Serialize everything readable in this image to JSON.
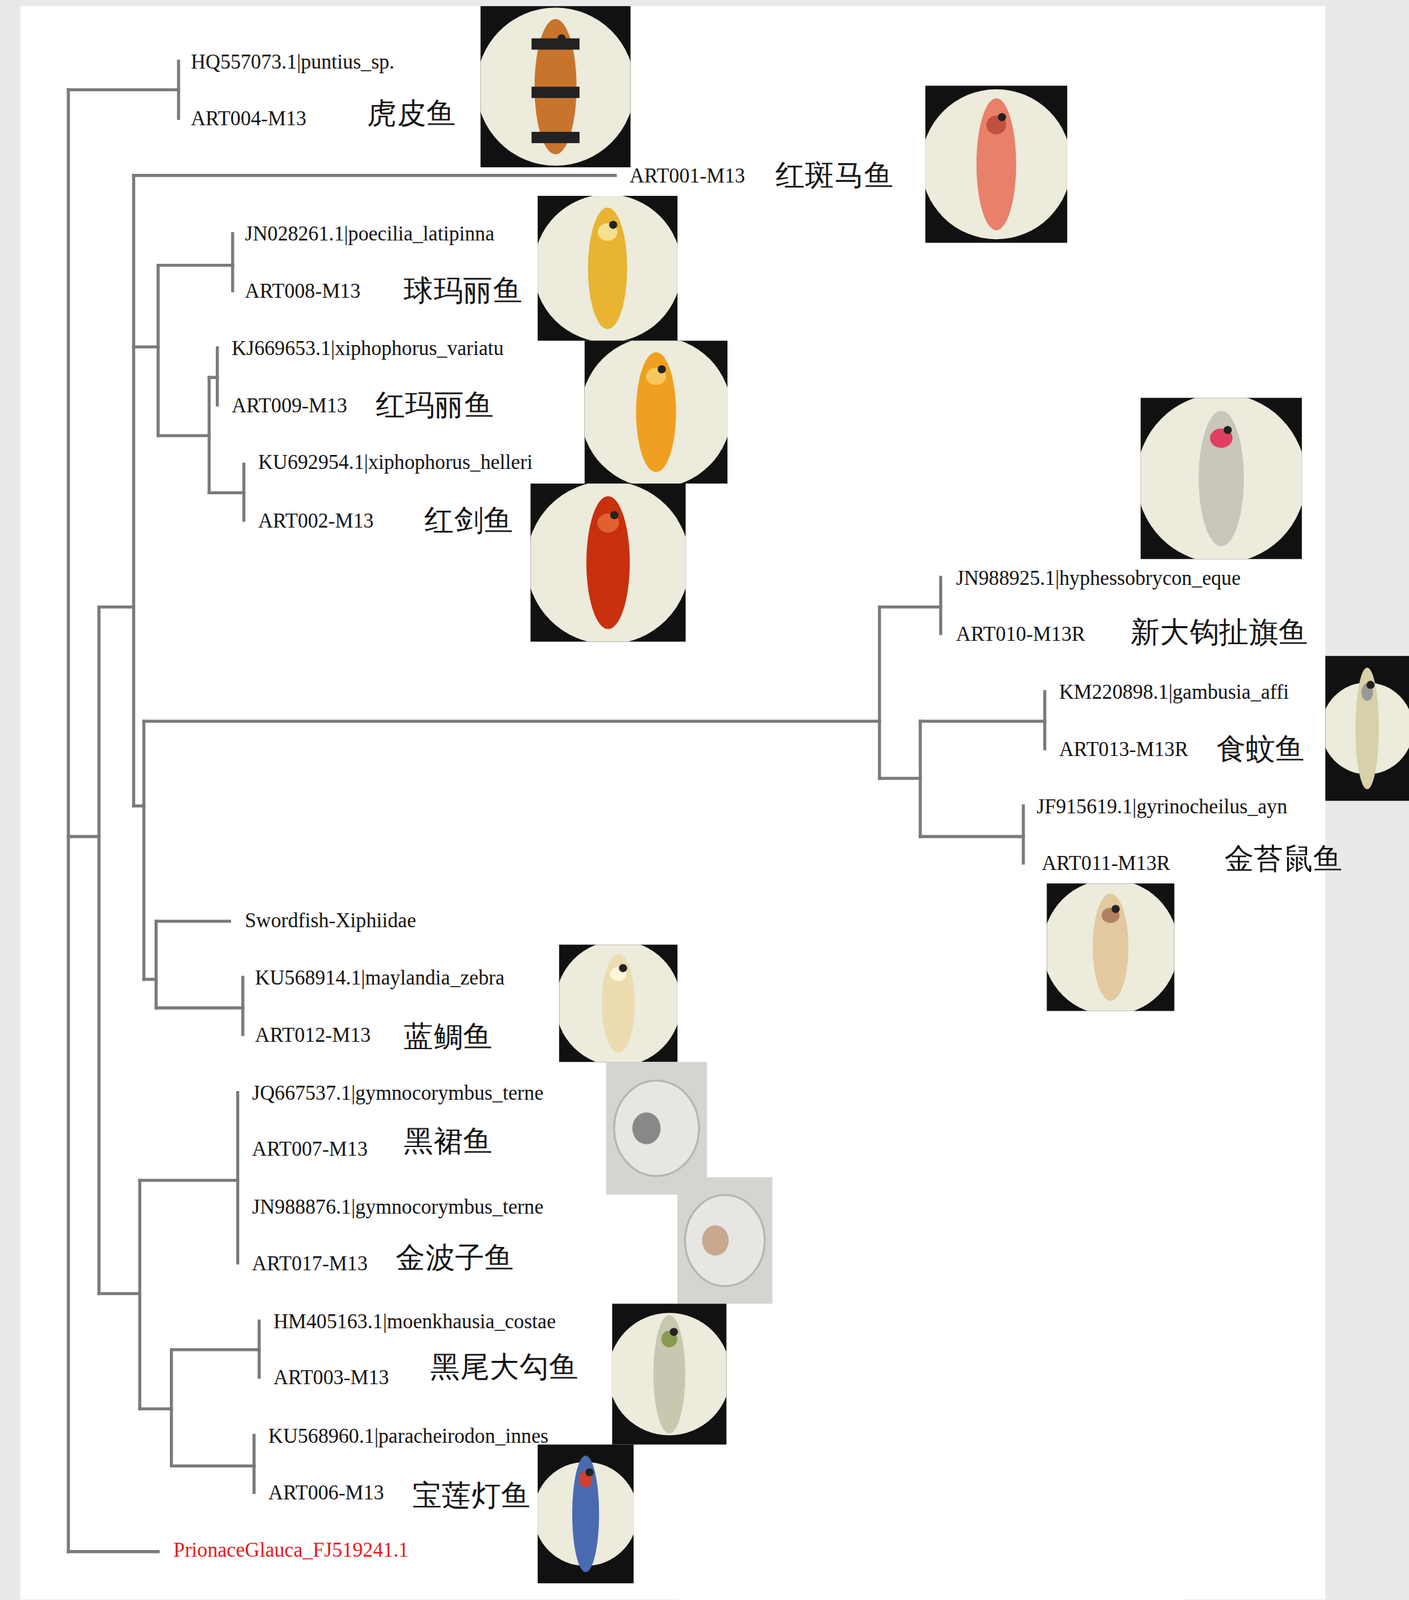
{
  "diagram": {
    "labels": [
      "HQ557073.1|puntius_sp.",
      "ART004-M13",
      "虎皮鱼",
      "ART001-M13",
      "红斑马鱼",
      "JN028261.1|poecilia_latipinna",
      "ART008-M13",
      "球玛丽鱼",
      "KJ669653.1|xiphophorus_variatu",
      "ART009-M13",
      "红玛丽鱼",
      "KU692954.1|xiphophorus_helleri",
      "ART002-M13",
      "红剑鱼",
      "JN988925.1|hyphessobrycon_eque",
      "ART010-M13R",
      "新大钩扯旗鱼",
      "KM220898.1|gambusia_affi",
      "ART013-M13R",
      "食蚊鱼",
      "JF915619.1|gyrinocheilus_ayn",
      "ART011-M13R",
      "金苔鼠鱼",
      "Swordfish-Xiphiidae",
      "KU568914.1|maylandia_zebra",
      "ART012-M13",
      "蓝鲷鱼",
      "JQ667537.1|gymnocorymbus_terne",
      "ART007-M13",
      "黑裙鱼",
      "JN988876.1|gymnocorymbus_terne",
      "ART017-M13",
      "金波子鱼",
      "HM405163.1|moenkhausia_costae",
      "ART003-M13",
      "黑尾大勾鱼",
      "KU568960.1|paracheirodon_innes",
      "ART006-M13",
      "宝莲灯鱼",
      "PrionaceGlauca_FJ519241.1"
    ]
  }
}
